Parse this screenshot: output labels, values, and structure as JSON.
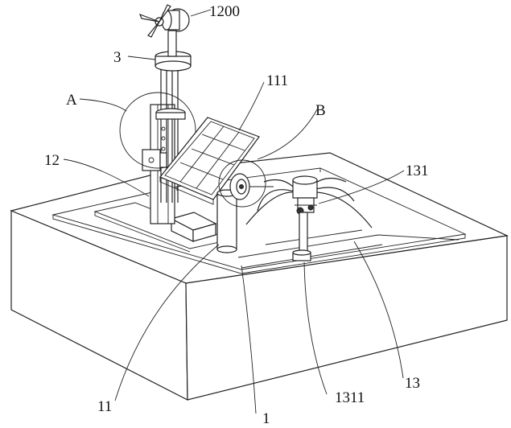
{
  "labels": {
    "wind_turbine": "1200",
    "mast_collar": "3",
    "detail_a": "A",
    "solar_panel": "111",
    "detail_b": "B",
    "bracket": "12",
    "sprinkler": "131",
    "support_post": "11",
    "tank_body": "1",
    "pump_pipe": "1311",
    "channel": "13"
  }
}
